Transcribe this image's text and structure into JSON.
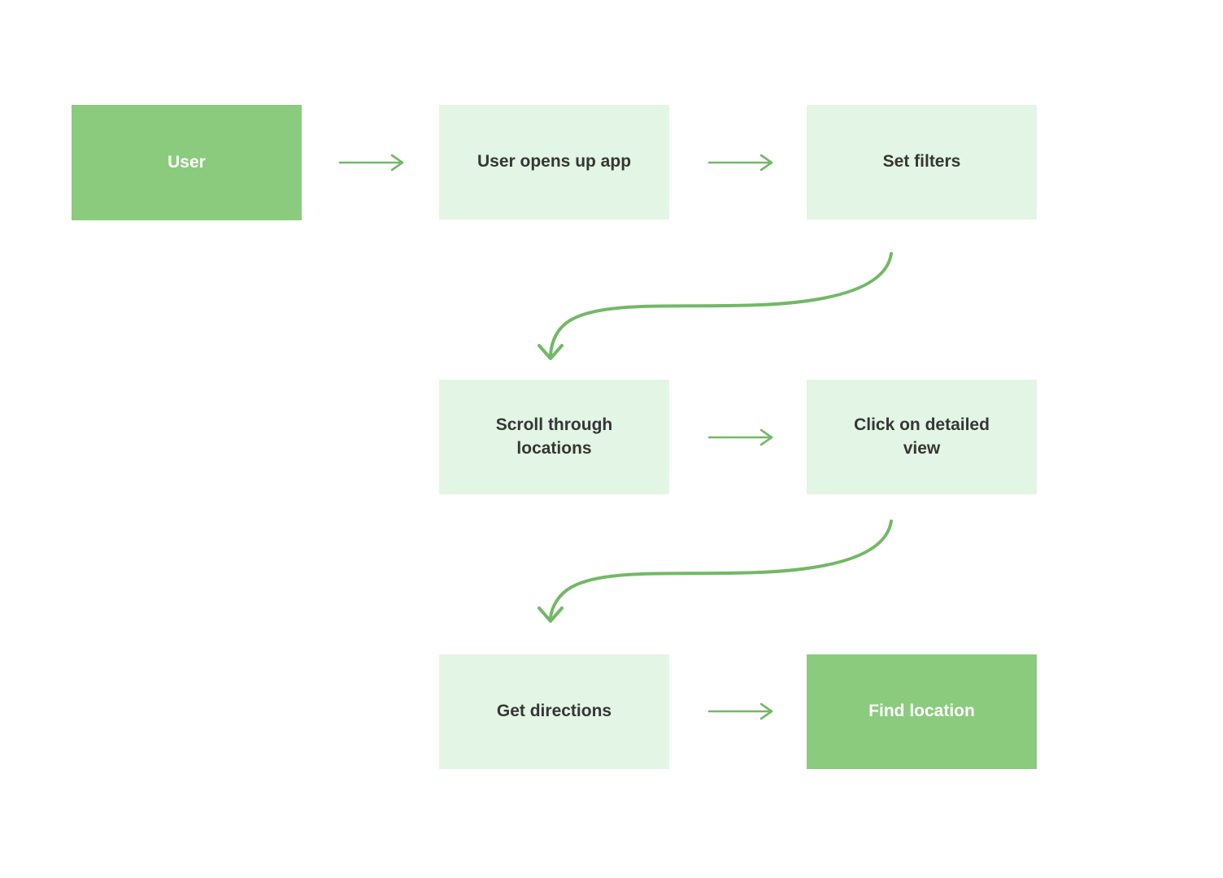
{
  "colors": {
    "solid_node_bg": "#8BCB7D",
    "light_node_bg": "#E3F5E4",
    "solid_node_text": "#FFFFFF",
    "light_node_text": "#363636",
    "arrow": "#73B866"
  },
  "diagram": {
    "type": "flowchart",
    "nodes": [
      {
        "id": "user",
        "label": "User",
        "style": "solid"
      },
      {
        "id": "opens-app",
        "label": "User opens up app",
        "style": "light"
      },
      {
        "id": "set-filters",
        "label": "Set filters",
        "style": "light"
      },
      {
        "id": "scroll-locations",
        "label": "Scroll through locations",
        "style": "light"
      },
      {
        "id": "detailed-view",
        "label": "Click on detailed view",
        "style": "light"
      },
      {
        "id": "get-directions",
        "label": "Get directions",
        "style": "light"
      },
      {
        "id": "find-location",
        "label": "Find location",
        "style": "solid"
      }
    ],
    "edges": [
      {
        "from": "user",
        "to": "opens-app",
        "type": "straight"
      },
      {
        "from": "opens-app",
        "to": "set-filters",
        "type": "straight"
      },
      {
        "from": "set-filters",
        "to": "scroll-locations",
        "type": "curved"
      },
      {
        "from": "scroll-locations",
        "to": "detailed-view",
        "type": "straight"
      },
      {
        "from": "detailed-view",
        "to": "get-directions",
        "type": "curved"
      },
      {
        "from": "get-directions",
        "to": "find-location",
        "type": "straight"
      }
    ]
  }
}
